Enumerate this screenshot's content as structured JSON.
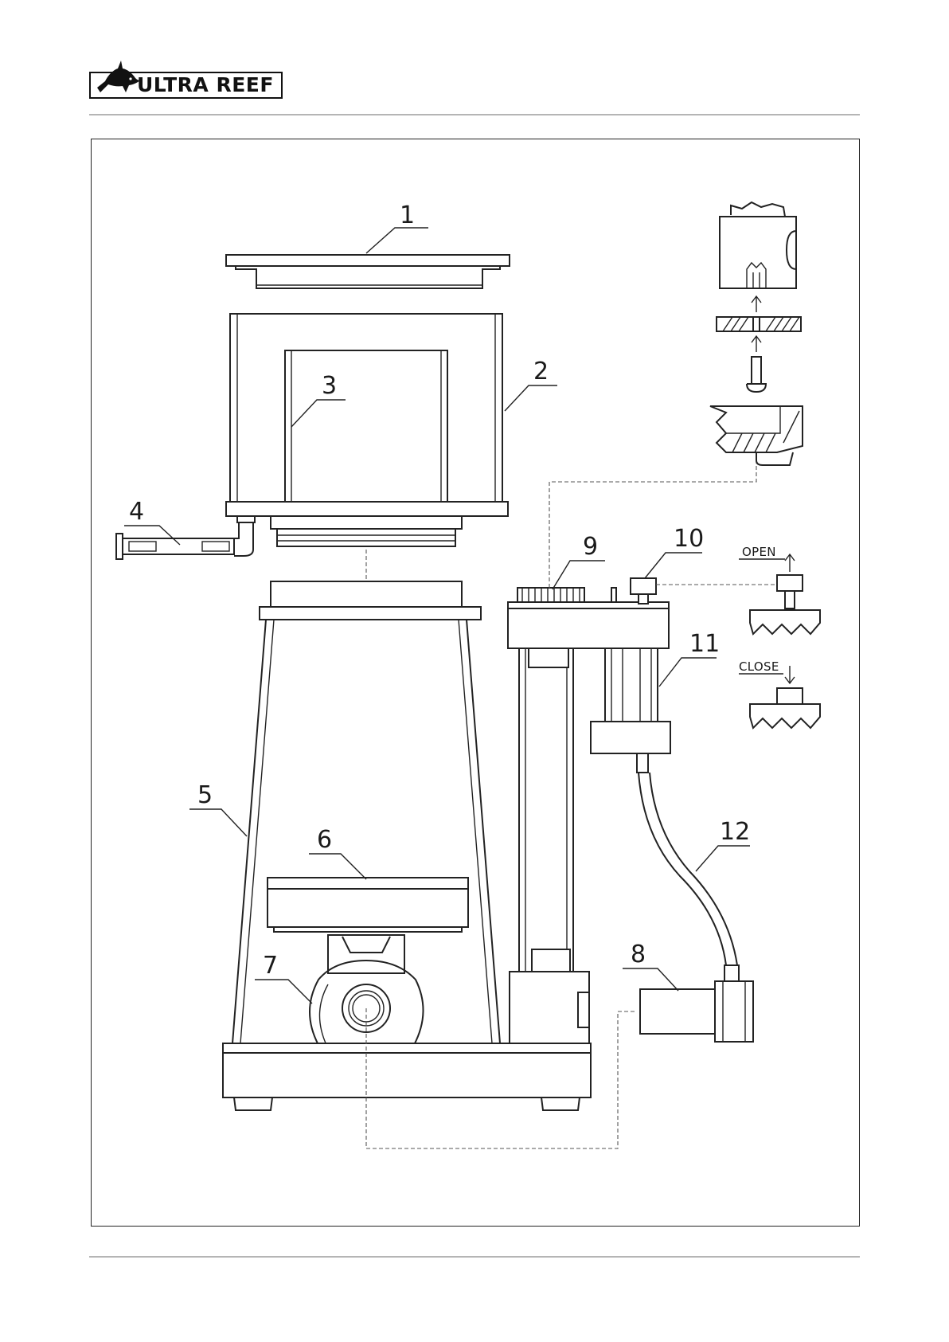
{
  "brand": {
    "name": "ULTRA REEF",
    "logo_icon": "fish-icon"
  },
  "diagram": {
    "part_labels": [
      "1",
      "2",
      "3",
      "4",
      "5",
      "6",
      "7",
      "8",
      "9",
      "10",
      "11",
      "12"
    ],
    "valve_states": {
      "open": "OPEN",
      "close": "CLOSE"
    }
  }
}
